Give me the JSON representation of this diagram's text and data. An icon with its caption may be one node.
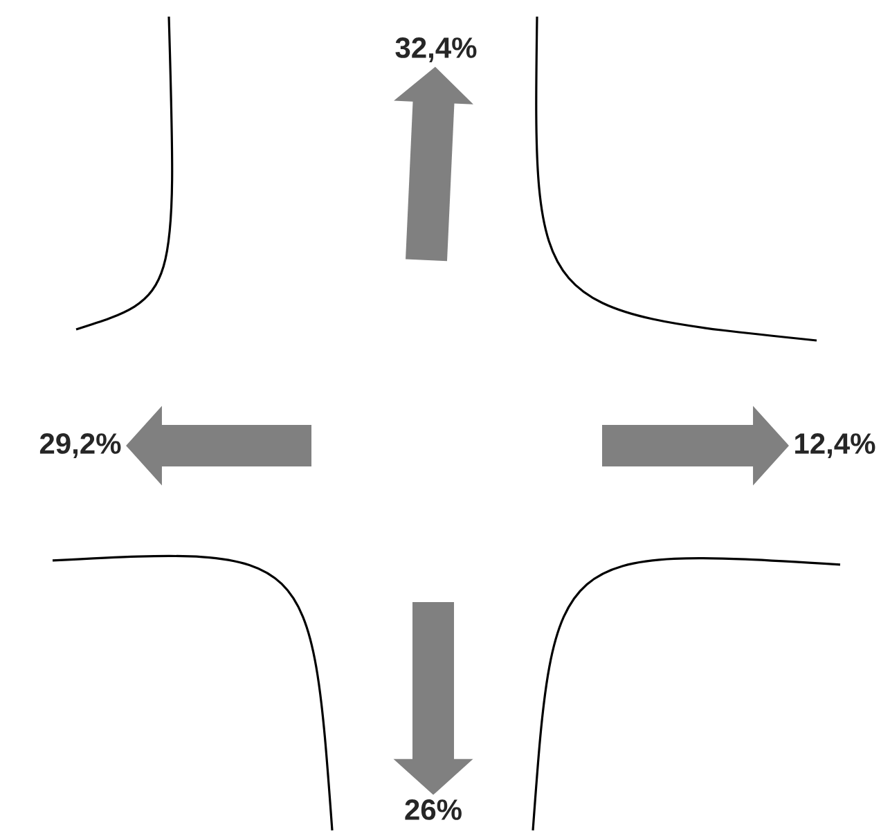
{
  "diagram": {
    "nodes": [
      {
        "text": [
          "32,4%"
        ]
      },
      {
        "text": [
          "29,2%"
        ]
      },
      {
        "text": [
          "12,4%"
        ]
      },
      {
        "text": [
          "26%"
        ]
      }
    ],
    "edges": [
      {
        "from": null,
        "to": 0,
        "arrow": "to"
      },
      {
        "from": null,
        "to": 1,
        "arrow": "to"
      },
      {
        "from": null,
        "to": 2,
        "arrow": "to"
      },
      {
        "from": null,
        "to": 3,
        "arrow": "to"
      }
    ]
  }
}
